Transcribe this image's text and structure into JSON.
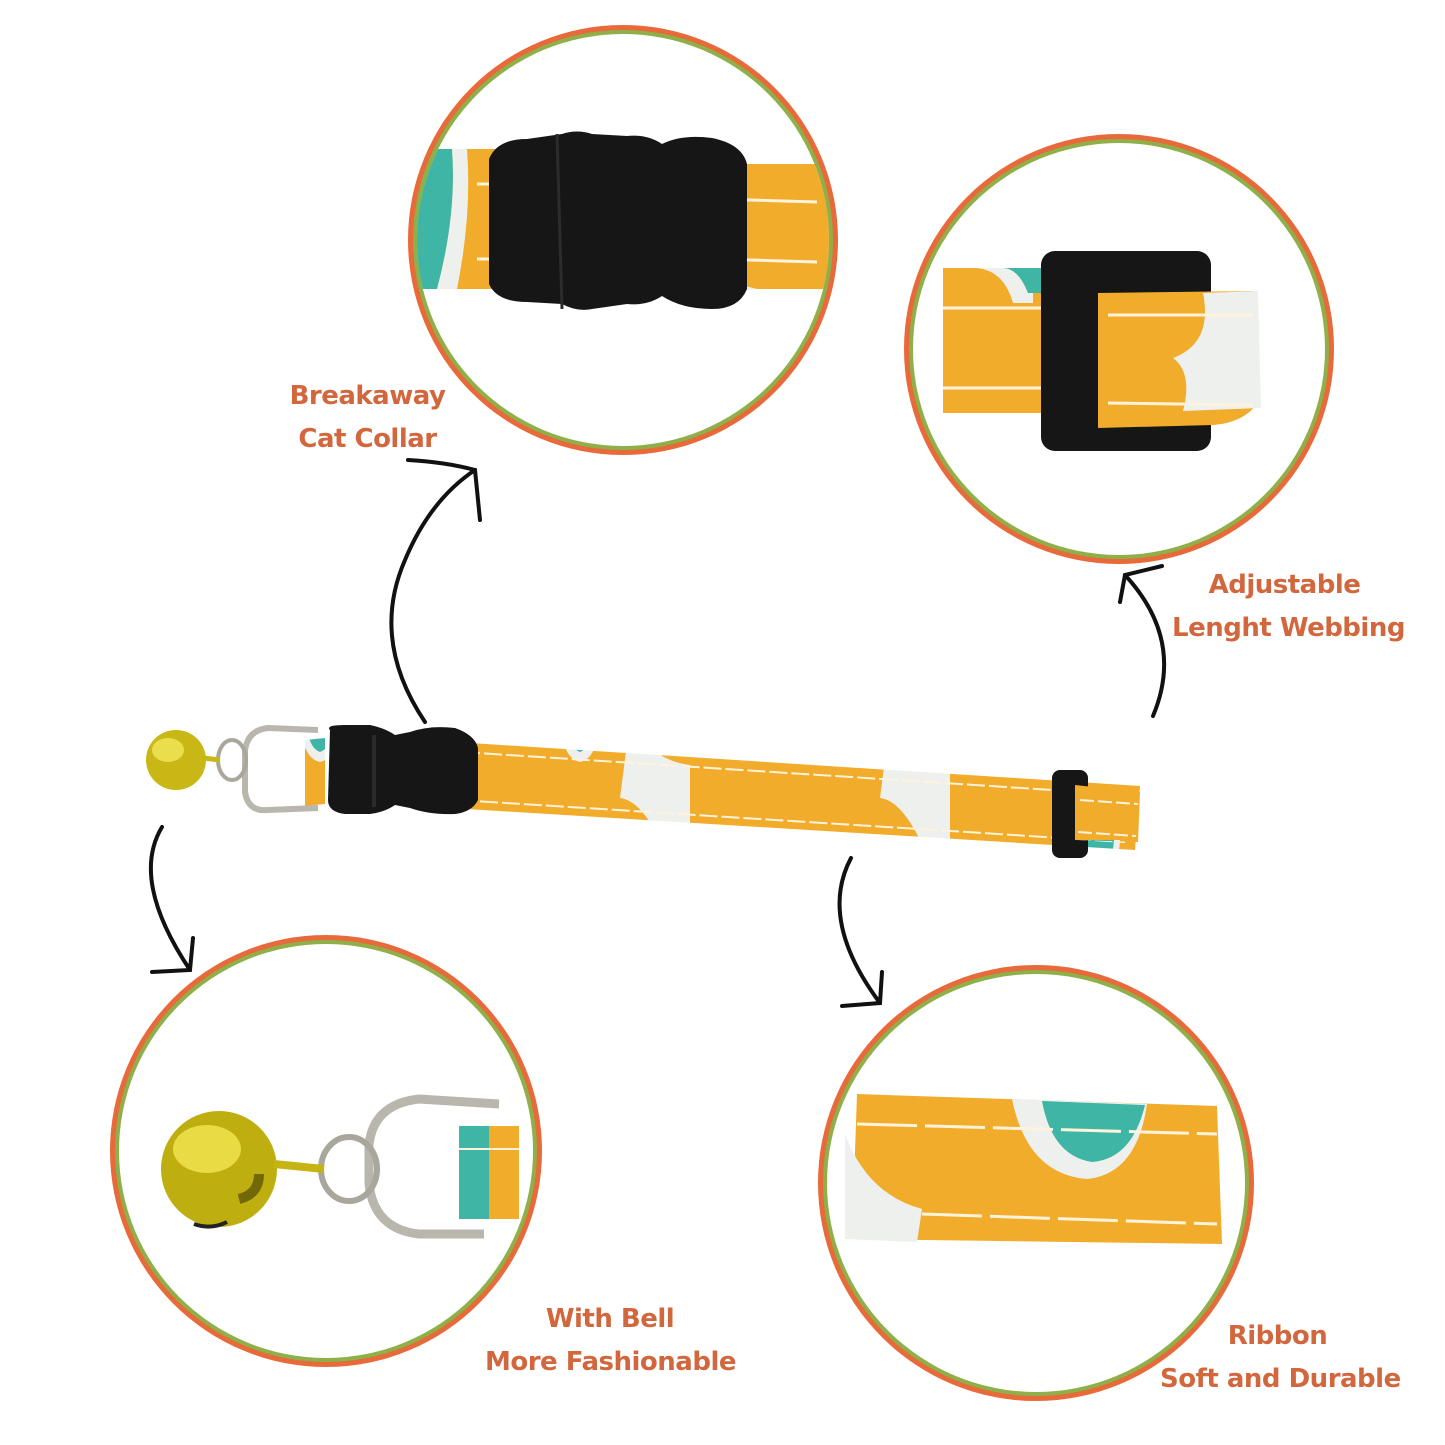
{
  "colors": {
    "ring_outer": "#e8693a",
    "ring_inner": "#8fb048",
    "label_text": "#d2673e",
    "fabric_yellow": "#f0ac2a",
    "fabric_teal": "#3fb5a5",
    "fabric_white": "#eef0ee",
    "buckle_black": "#161616",
    "bell_gold": "#d4c21a",
    "ring_silver": "#b9b6ad",
    "arrow": "#111111"
  },
  "features": [
    {
      "id": "breakaway",
      "icon": "breakaway-buckle-icon",
      "label_line1": "Breakaway",
      "label_line2": "Cat Collar"
    },
    {
      "id": "adjustable",
      "icon": "slider-buckle-icon",
      "label_line1": "Adjustable",
      "label_line2": "Lenght Webbing"
    },
    {
      "id": "bell",
      "icon": "bell-icon",
      "label_line1": "With Bell",
      "label_line2": "More Fashionable"
    },
    {
      "id": "ribbon",
      "icon": "ribbon-fabric-icon",
      "label_line1": "Ribbon",
      "label_line2": "Soft and Durable"
    }
  ],
  "product": {
    "name": "cat-collar",
    "pattern": "yellow floral with teal centers"
  }
}
